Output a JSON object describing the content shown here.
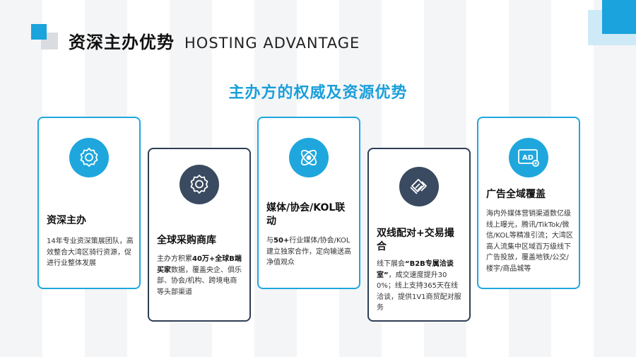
{
  "header": {
    "title_cn": "资深主办优势",
    "title_en": "HOSTING ADVANTAGE"
  },
  "subtitle": "主办方的权威及资源优势",
  "colors": {
    "accent": "#1fa7dd",
    "dark": "#2f3e55"
  },
  "cards": [
    {
      "icon": "award-badge-icon",
      "title": "资深主办",
      "desc_parts": [
        "14年专业资深策展团队，高效整合大湾区骑行资源，促进行业整体发展"
      ]
    },
    {
      "icon": "award-badge-icon",
      "title": "全球采购商库",
      "desc_parts": [
        "主办方积累",
        "40万+全球B端买家",
        "数据，覆盖央企、俱乐部、协会/机构、跨境电商等头部渠道"
      ]
    },
    {
      "icon": "orbit-media-icon",
      "title": "媒体/协会/KOL联动",
      "desc_parts": [
        "与",
        "50+",
        "行业媒体/协会/KOL建立独家合作，定向输送高净值观众"
      ]
    },
    {
      "icon": "handshake-icon",
      "title": "双线配对+交易撮合",
      "desc_parts": [
        "线下展会",
        "“B2B专属洽谈室”",
        "，成交速度提升300%；线上支持365天在线洽谈，提供1V1商贸配对服务"
      ]
    },
    {
      "icon": "ad-icon",
      "title": "广告全域覆盖",
      "desc_parts": [
        "海内外媒体营销渠道数亿级线上曝光，腾讯/TikTok/微信/KOL等精准引流；大湾区高人流集中区域百万级线下广告投放，覆盖地铁/公交/楼宇/商品城等"
      ]
    }
  ]
}
